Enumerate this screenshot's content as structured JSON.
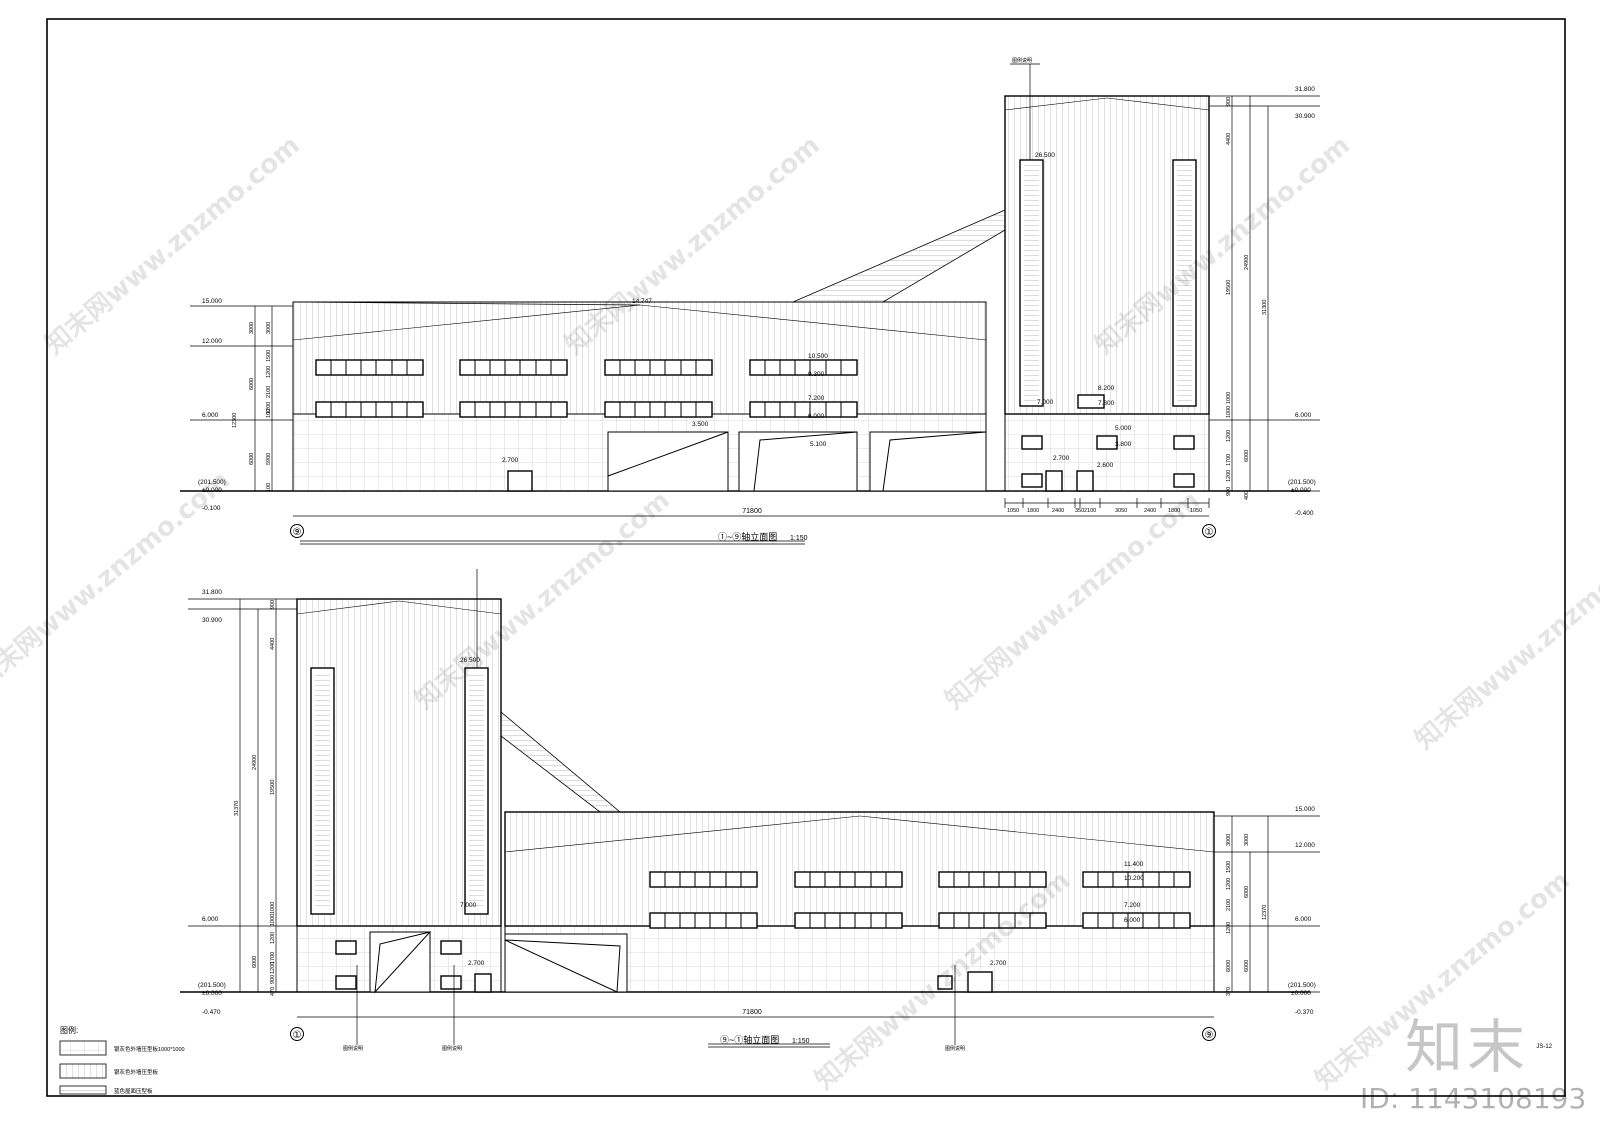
{
  "sheet_no": "JS-12",
  "watermark": {
    "site": "知末网www.znzmo.com",
    "logo": "知末",
    "id": "ID: 1143108193"
  },
  "top_elevation": {
    "title": "①~⑨轴立面图",
    "scale": "1:150",
    "left_axis": "⑨",
    "right_axis": "①",
    "overall_width": "71800",
    "bottom_dims": [
      "1050",
      "1800",
      "2400",
      "350",
      "2100",
      "3050",
      "2400",
      "1800",
      "1050"
    ],
    "level_marks": {
      "left": [
        "15.000",
        "12.000",
        "6.000",
        "(201.500)",
        "±0.000",
        "-0.100"
      ],
      "right": [
        "31.800",
        "30.900",
        "6.000",
        "(201.500)",
        "±0.000",
        "-0.400"
      ],
      "inside": [
        "14.747",
        "10.500",
        "9.300",
        "7.200",
        "6.000",
        "3.500",
        "5.100",
        "2.700",
        "26.500",
        "8.200",
        "7.000",
        "7.800",
        "5.000",
        "3.800",
        "2.700",
        "2.600"
      ]
    },
    "left_dims": [
      "3000",
      "3000",
      "1500",
      "1200",
      "2100",
      "6000",
      "100",
      "1200",
      "12300",
      "6000",
      "5900",
      "100"
    ],
    "right_dims": [
      "900",
      "4400",
      "19500",
      "24900",
      "31300",
      "1000",
      "1000",
      "1200",
      "1700",
      "6000",
      "1200",
      "900",
      "400"
    ],
    "tag": "图例说明"
  },
  "bottom_elevation": {
    "title": "⑨~①轴立面图",
    "scale": "1:150",
    "left_axis": "①",
    "right_axis": "⑨",
    "overall_width": "71800",
    "level_marks": {
      "left": [
        "31.800",
        "30.900",
        "6.000",
        "(201.500)",
        "±0.000",
        "-0.470"
      ],
      "right": [
        "15.000",
        "12.000",
        "6.000",
        "(201.500)",
        "±0.000",
        "-0.370"
      ],
      "inside": [
        "26.500",
        "7.000",
        "2.700",
        "11.400",
        "10.200",
        "7.200",
        "6.000",
        "2.700"
      ]
    },
    "left_dims": [
      "900",
      "4400",
      "24900",
      "19500",
      "31370",
      "1000",
      "1000",
      "1200",
      "1700",
      "6000",
      "900",
      "1200",
      "470"
    ],
    "right_dims": [
      "3000",
      "3000",
      "1500",
      "1200",
      "2100",
      "6000",
      "12370",
      "1200",
      "6000",
      "6000",
      "370"
    ],
    "tags": [
      "图例说明",
      "图例说明",
      "图例说明"
    ]
  },
  "legend": {
    "title": "图例:",
    "items": [
      "银灰色外墙压型板1000*1000",
      "银灰色外墙压型板",
      "蓝色屋面压型板"
    ]
  }
}
